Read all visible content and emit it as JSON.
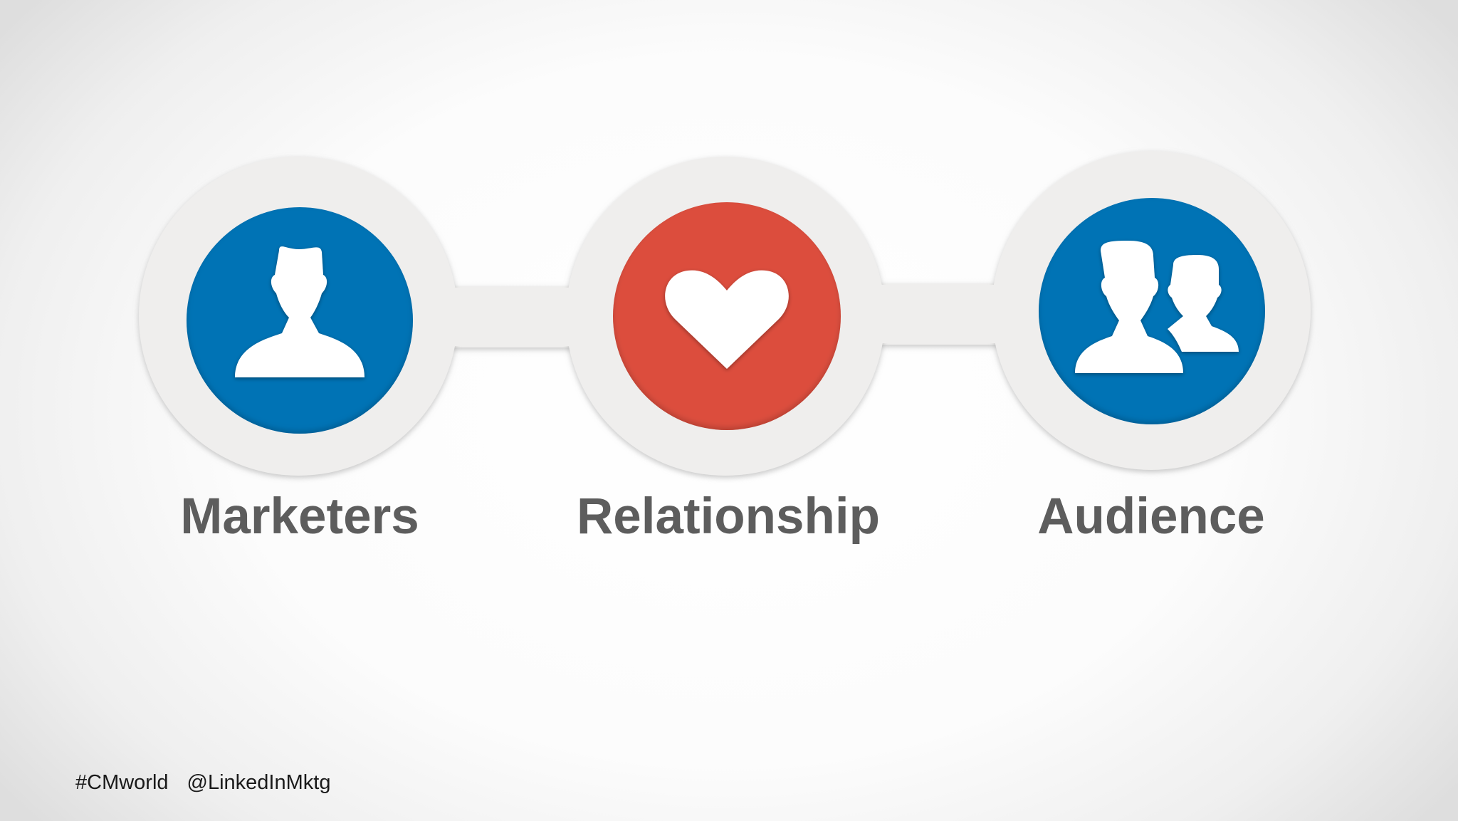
{
  "colors": {
    "blue": "#0073b5",
    "red": "#dc4e3e",
    "ring": "#efeeed",
    "label": "#5d5d5d"
  },
  "nodes": [
    {
      "label": "Marketers",
      "icon": "person-icon"
    },
    {
      "label": "Relationship",
      "icon": "heart-icon"
    },
    {
      "label": "Audience",
      "icon": "group-icon"
    }
  ],
  "footer": {
    "hashtag": "#CMworld",
    "handle": "@LinkedInMktg"
  }
}
